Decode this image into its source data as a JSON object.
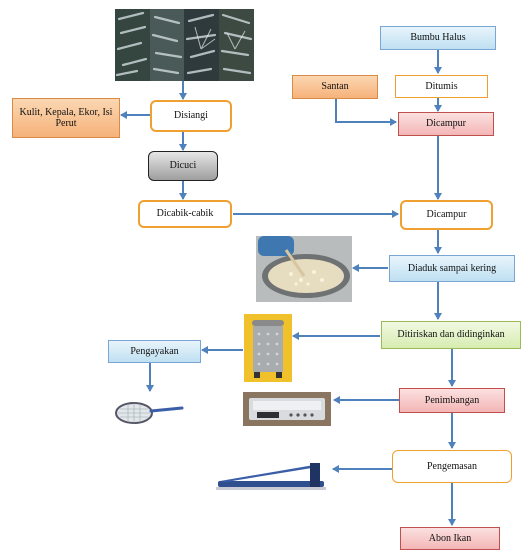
{
  "nodes": {
    "bumbu_halus": "Bumbu Halus",
    "ditumis": "Ditumis",
    "santan": "Santan",
    "dicampur_1": "Dicampur",
    "disiangi": "Disiangi",
    "kulit": "Kulit, Kepala, Ekor, Isi Perut",
    "dicuci": "Dicuci",
    "dicabik": "Dicabik-cabik",
    "dicampur_2": "Dicampur",
    "diaduk": "Diaduk sampai kering",
    "ditiriskan": "Ditiriskan dan didinginkan",
    "pengayakan": "Pengayakan",
    "penimbangan": "Penimbangan",
    "pengemasan": "Pengemasan",
    "abon_ikan": "Abon Ikan"
  },
  "colors": {
    "arrow": "#4f81bd",
    "orange_border": "#f0a030",
    "blue_fill": "#bfe0f2",
    "peach_fill": "#f6b27a",
    "red_fill": "#f4b6b6",
    "green_fill": "#d6ecb0"
  },
  "images": [
    "fish-photo",
    "wok-stirring-photo",
    "spinner-drum-photo",
    "sieve-photo",
    "digital-scale-photo",
    "impulse-sealer-photo"
  ]
}
